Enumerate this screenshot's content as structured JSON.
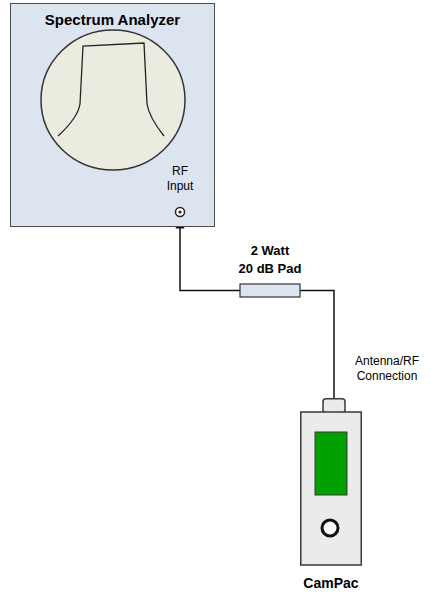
{
  "diagram": {
    "nodes": [
      {
        "text": [
          "Spectrum Analyzer",
          "RF Input"
        ]
      },
      {
        "text": [
          "2 Watt 20 dB Pad"
        ]
      },
      {
        "text": [
          "CamPac"
        ]
      }
    ],
    "edges": [
      {
        "from": 2,
        "to": 1,
        "arrow": "none"
      },
      {
        "from": 1,
        "to": 0,
        "arrow": "to"
      }
    ],
    "labels": [
      "Antenna/RF Connection"
    ]
  }
}
